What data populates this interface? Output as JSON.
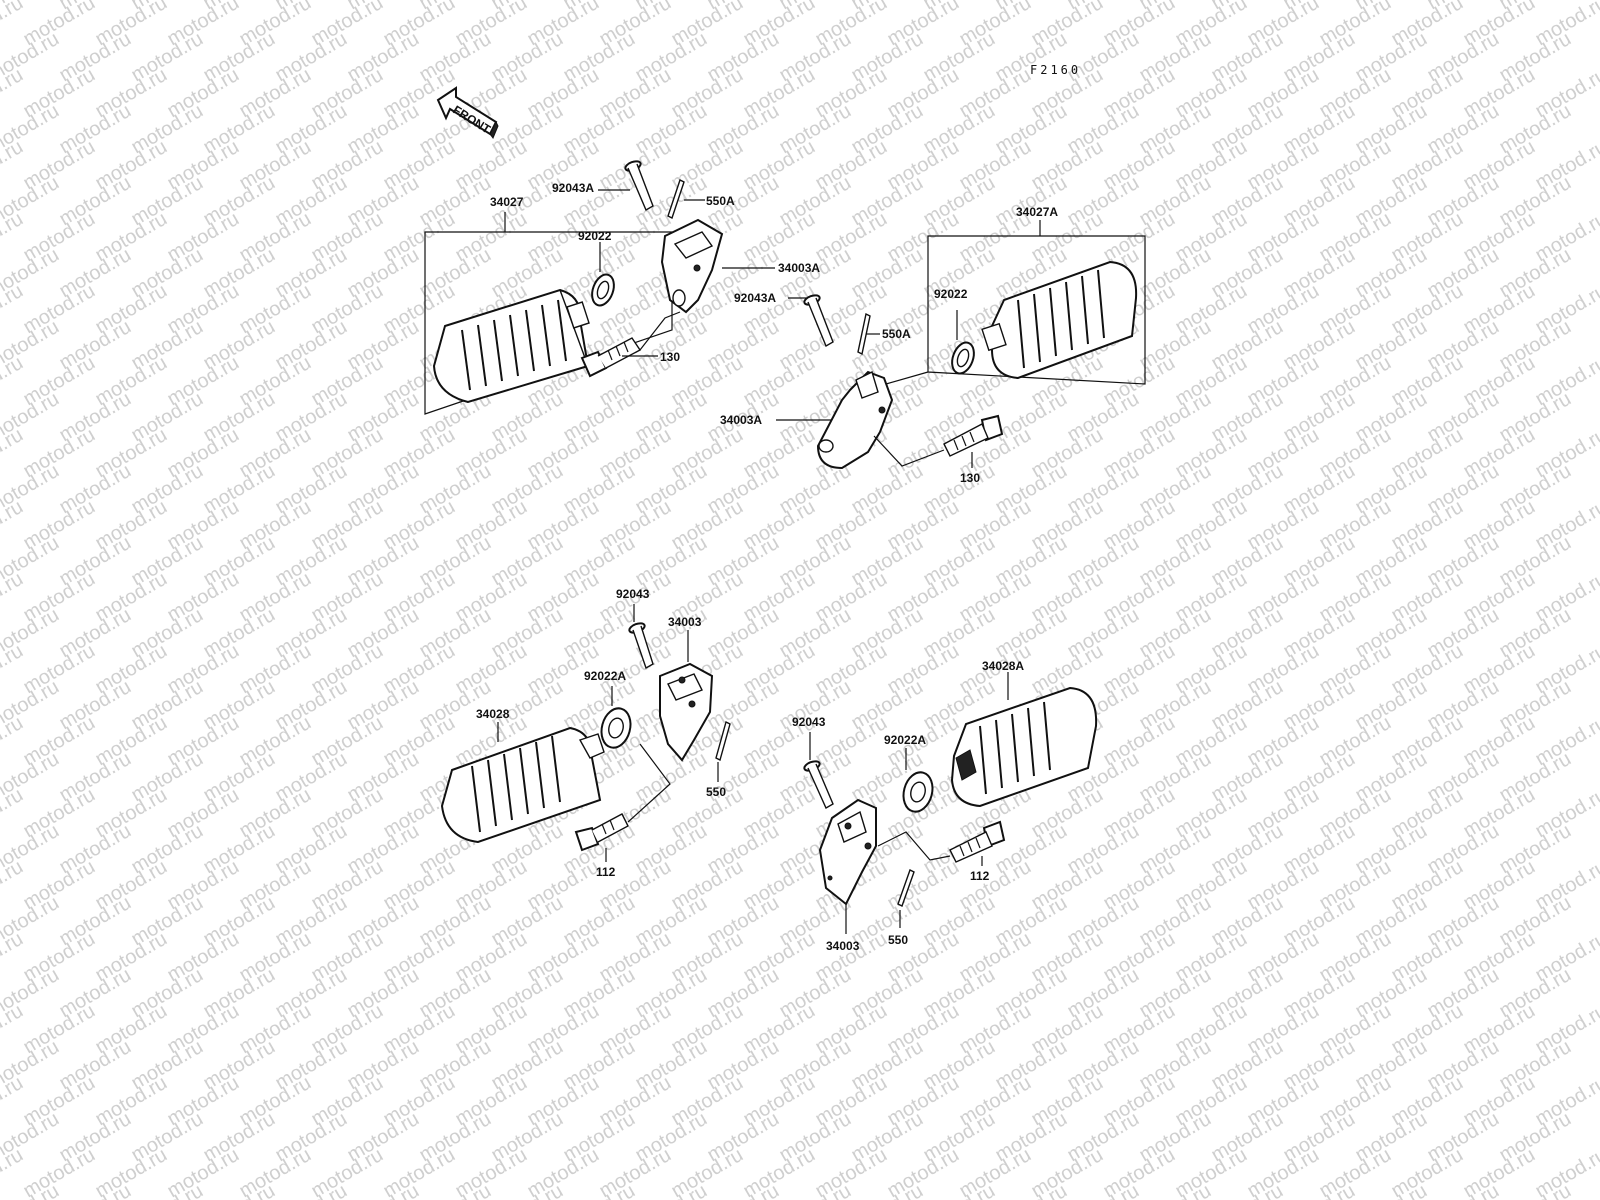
{
  "diagram": {
    "reference_code": "F2160",
    "front_arrow_label": "FRONT",
    "watermark_text": "motod.ru",
    "ink_color": "#111111",
    "watermark_color": "#cfcfcf",
    "callouts": {
      "c34027": "34027",
      "c92043A_1": "92043A",
      "c550A_1": "550A",
      "c92022_1": "92022",
      "c34003A_1": "34003A",
      "c130_1": "130",
      "c34027A": "34027A",
      "c92043A_2": "92043A",
      "c550A_2": "550A",
      "c92022_2": "92022",
      "c34003A_2": "34003A",
      "c130_2": "130",
      "c92043_1": "92043",
      "c34003_1": "34003",
      "c92022A_1": "92022A",
      "c34028": "34028",
      "c550_1": "550",
      "c112_1": "112",
      "c34028A": "34028A",
      "c92043_2": "92043",
      "c92022A_2": "92022A",
      "c112_2": "112",
      "c34003_2": "34003",
      "c550_2": "550"
    }
  }
}
